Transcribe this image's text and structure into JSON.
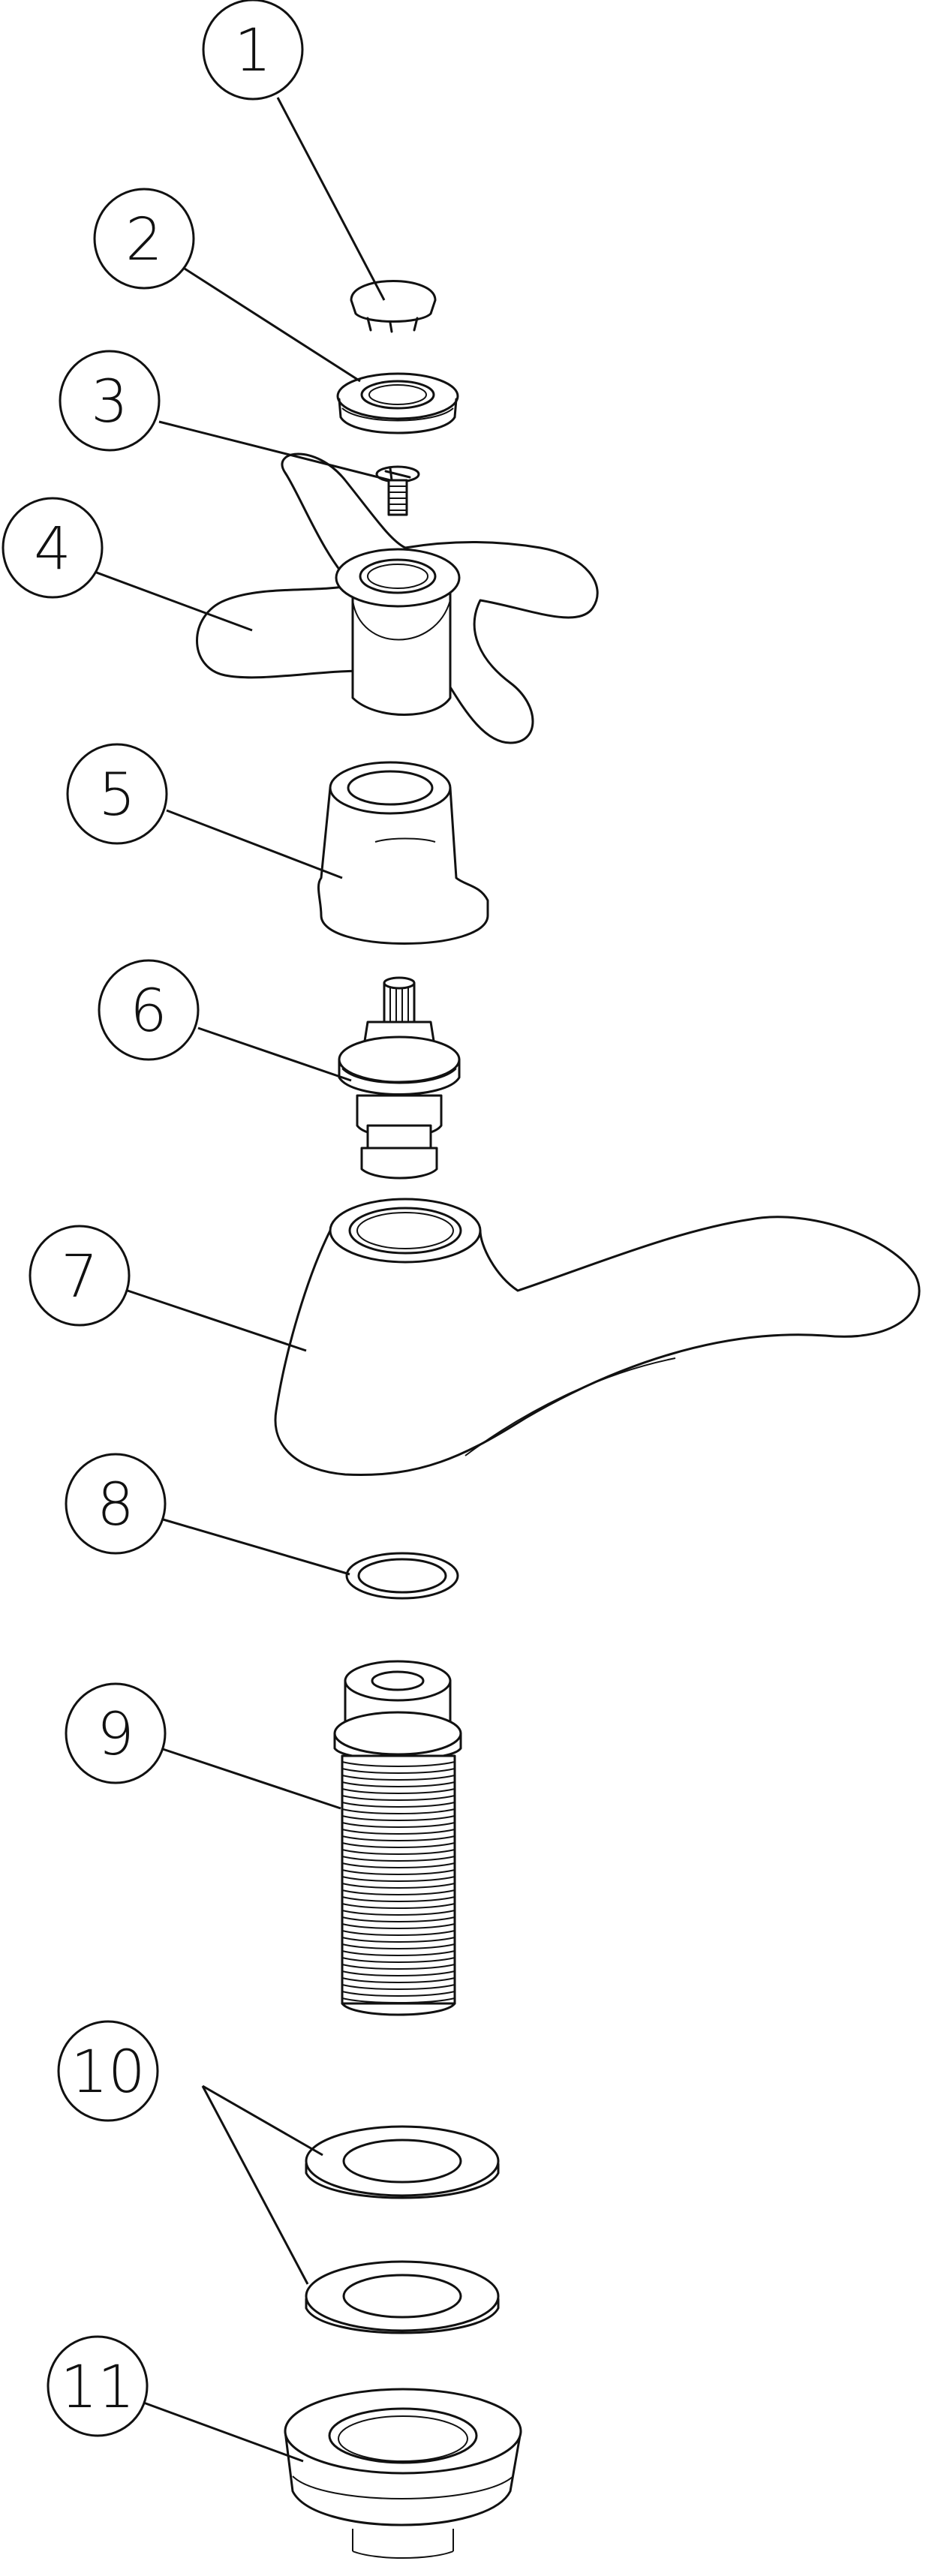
{
  "callouts": [
    {
      "id": 1,
      "label": "1"
    },
    {
      "id": 2,
      "label": "2"
    },
    {
      "id": 3,
      "label": "3"
    },
    {
      "id": 4,
      "label": "4"
    },
    {
      "id": 5,
      "label": "5"
    },
    {
      "id": 6,
      "label": "6"
    },
    {
      "id": 7,
      "label": "7"
    },
    {
      "id": 8,
      "label": "8"
    },
    {
      "id": 9,
      "label": "9"
    },
    {
      "id": 10,
      "label": "10"
    },
    {
      "id": 11,
      "label": "11"
    }
  ],
  "colors": {
    "line": "#111111",
    "background": "#ffffff"
  }
}
